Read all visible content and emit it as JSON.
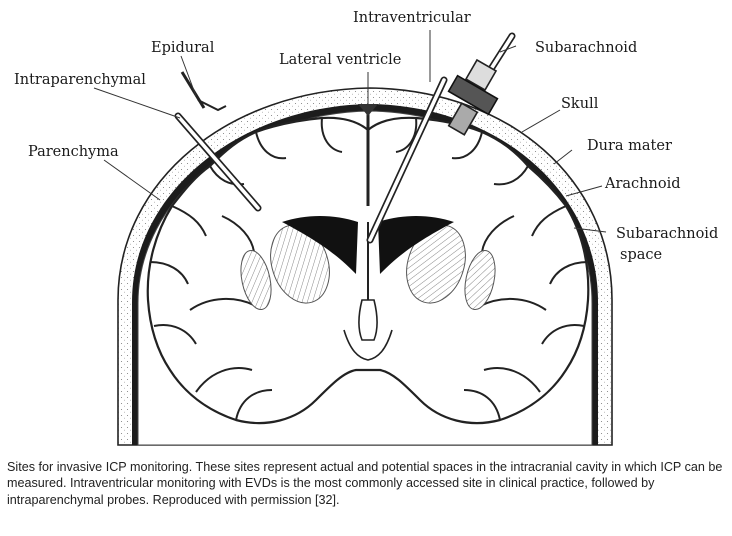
{
  "figure": {
    "labels": {
      "intraventricular": "Intraventricular",
      "epidural": "Epidural",
      "lateral_ventricle": "Lateral ventricle",
      "subarachnoid": "Subarachnoid",
      "intraparenchymal": "Intraparenchymal",
      "skull": "Skull",
      "parenchyma": "Parenchyma",
      "dura_mater": "Dura mater",
      "arachnoid": "Arachnoid",
      "subarachnoid_space_line1": "Subarachnoid",
      "subarachnoid_space_line2": "space"
    }
  },
  "caption": "Sites for invasive ICP monitoring. These sites represent actual and potential spaces in the intracranial cavity in which ICP can be measured. Intraventricular monitoring with EVDs is the most commonly accessed site in clinical practice, followed by intraparenchymal probes. Reproduced with permission [32]."
}
